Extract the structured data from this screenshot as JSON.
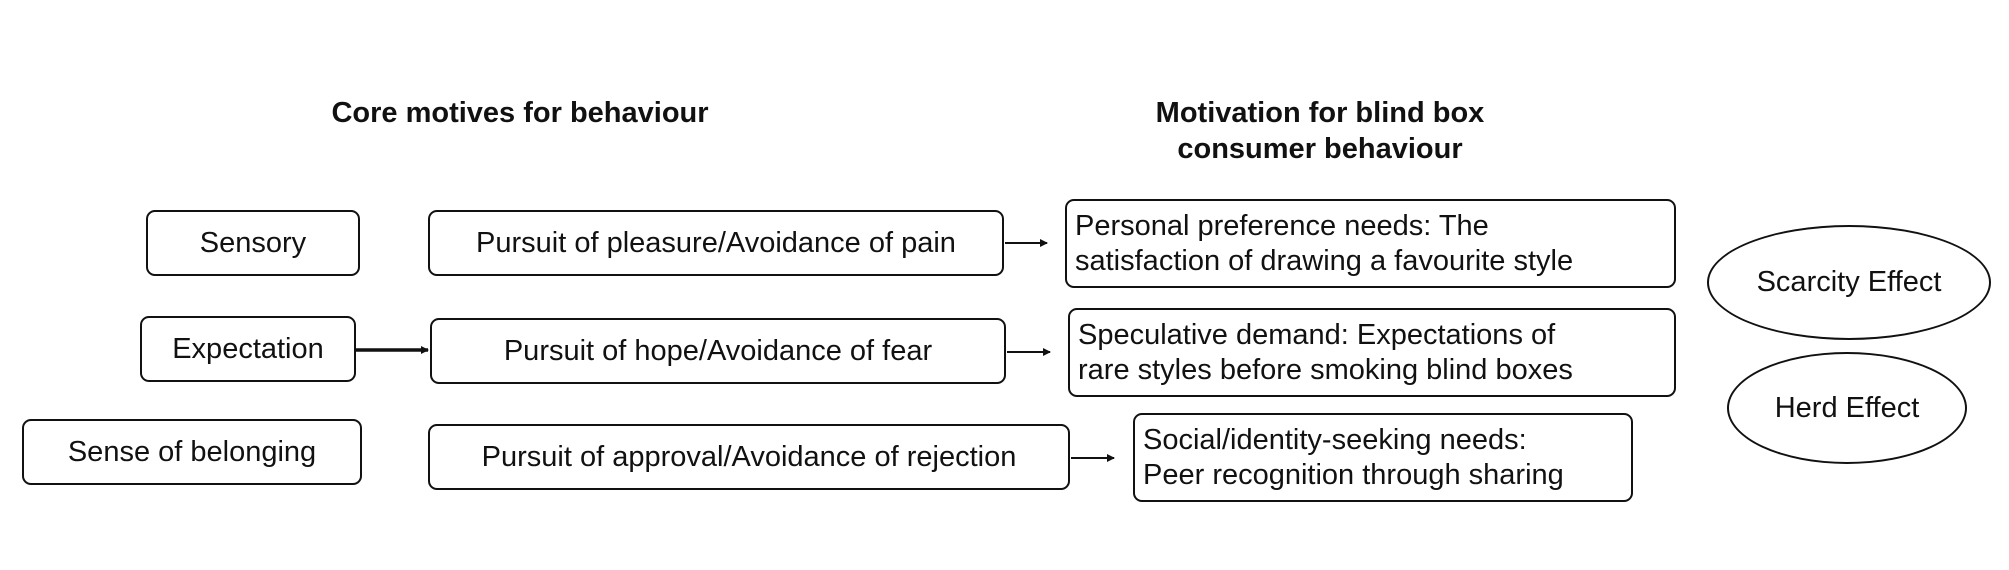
{
  "headings": {
    "core": "Core motives for behaviour",
    "blind_line1": "Motivation for blind box",
    "blind_line2": "consumer behaviour"
  },
  "motives": [
    "Sensory",
    "Expectation",
    "Sense of belonging"
  ],
  "pursuits": [
    "Pursuit of pleasure/Avoidance of pain",
    "Pursuit of hope/Avoidance of fear",
    "Pursuit of approval/Avoidance of rejection"
  ],
  "needs": [
    {
      "line1": "Personal preference needs: The",
      "line2": "satisfaction of drawing a favourite style"
    },
    {
      "line1": "Speculative demand: Expectations of",
      "line2": "rare styles before smoking blind boxes"
    },
    {
      "line1": "Social/identity-seeking needs:",
      "line2": "Peer recognition through sharing"
    }
  ],
  "effects": [
    "Scarcity Effect",
    "Herd Effect"
  ]
}
